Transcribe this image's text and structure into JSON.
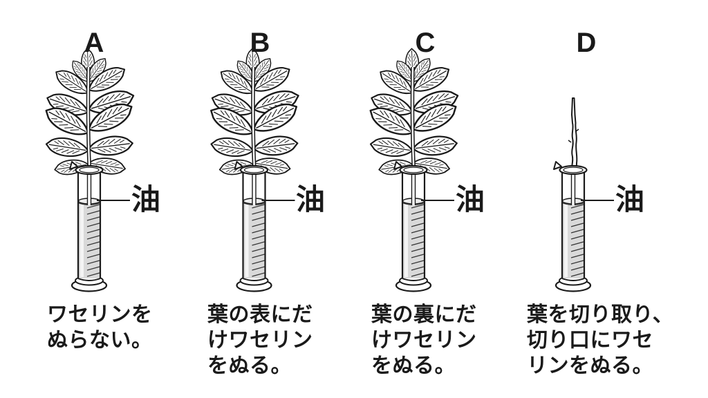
{
  "figure": {
    "background_color": "#ffffff",
    "ink_color": "#1a1a1a",
    "water_color": "#d9d9d9",
    "description_icons": {
      "plant_in_cylinder": "plant-icon",
      "cut_stem_in_cylinder": "cut-stem-icon",
      "graduated_cylinder": "graduated-cylinder-icon"
    }
  },
  "units": [
    {
      "letter": "A",
      "oil_label": "油",
      "caption": "ワセリンを\nぬらない。"
    },
    {
      "letter": "B",
      "oil_label": "油",
      "caption": "葉の表にだ\nけワセリン\nをぬる。"
    },
    {
      "letter": "C",
      "oil_label": "油",
      "caption": "葉の裏にだ\nけワセリン\nをぬる。"
    },
    {
      "letter": "D",
      "oil_label": "油",
      "caption": "葉を切り取り、\n切り口にワセ\nリンをぬる。"
    }
  ]
}
